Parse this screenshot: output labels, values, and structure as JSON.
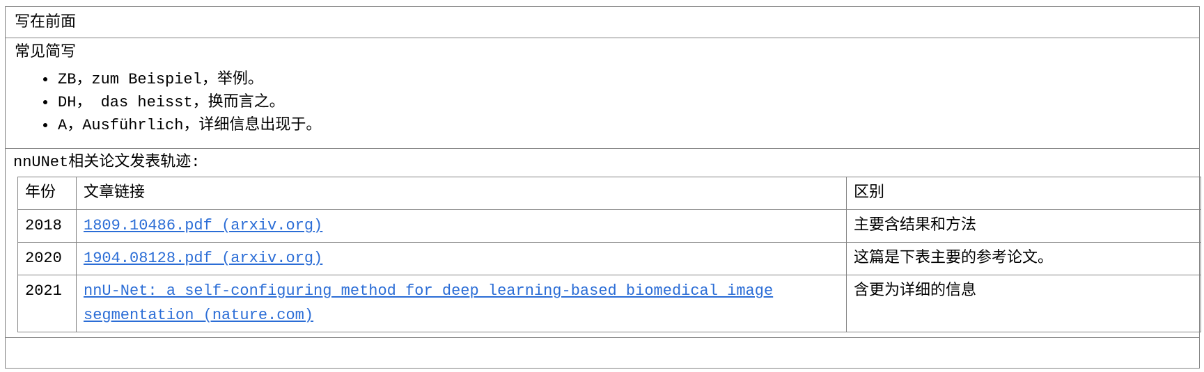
{
  "preface": {
    "title": "写在前面"
  },
  "abbreviations": {
    "title": "常见简写",
    "items": [
      "ZB，zum Beispiel，举例。",
      "DH， das heisst，换而言之。",
      "A，Ausführlich，详细信息出现于。"
    ]
  },
  "papers": {
    "title": "nnUNet相关论文发表轨迹:",
    "table": {
      "headers": [
        "年份",
        "文章链接",
        "区别"
      ],
      "rows": [
        {
          "year": "2018",
          "link": "1809.10486.pdf (arxiv.org)",
          "note": "主要含结果和方法"
        },
        {
          "year": "2020",
          "link": "1904.08128.pdf (arxiv.org)",
          "note": "这篇是下表主要的参考论文。"
        },
        {
          "year": "2021",
          "link": "nnU-Net: a self-configuring method for deep learning-based biomedical image segmentation (nature.com)",
          "note": "含更为详细的信息"
        }
      ]
    }
  },
  "colors": {
    "link": "#2b6dd6",
    "border": "#838383"
  }
}
